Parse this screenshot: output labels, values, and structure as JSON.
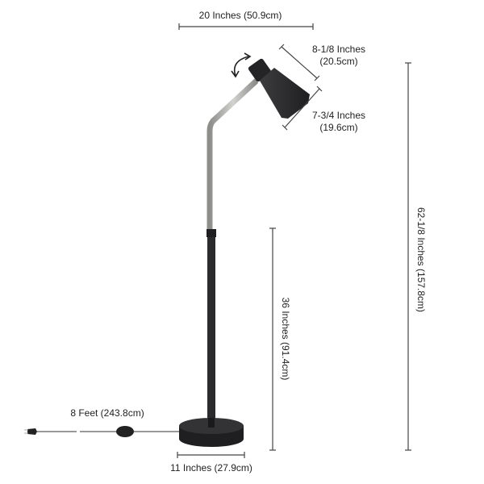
{
  "dimensions": {
    "arm_reach": "20 Inches (50.9cm)",
    "shade_length_in": "8-1/8 Inches",
    "shade_length_cm": "(20.5cm)",
    "shade_diameter_in": "7-3/4 Inches",
    "shade_diameter_cm": "(19.6cm)",
    "total_height": "62-1/8 Inches (157.8cm)",
    "lower_pole_height": "36 Inches (91.4cm)",
    "cord_length": "8 Feet (243.8cm)",
    "base_diameter": "11 Inches (27.9cm)"
  },
  "colors": {
    "lamp_black": "#2b2b2d",
    "arm_silver": "#a9a9a6",
    "dimension_line": "#444444"
  }
}
